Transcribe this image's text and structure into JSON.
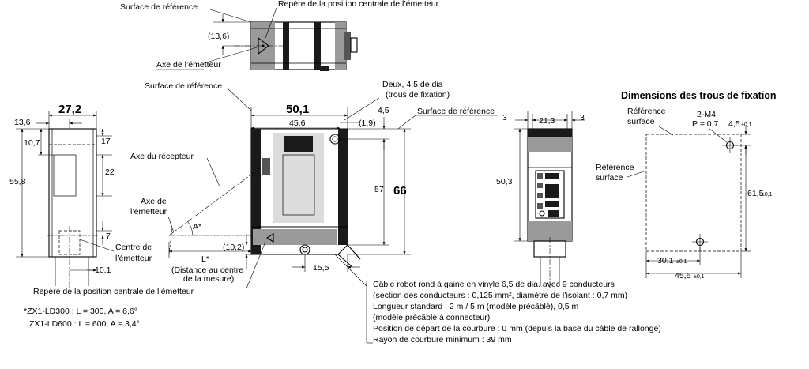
{
  "top_view": {
    "label_reference_surface": "Surface de référence",
    "label_emitter_center_mark": "Repère de la position centrale de l’émetteur",
    "label_emitter_axis": "Axe de l’émetteur",
    "dim_13_6": "(13,6)"
  },
  "left_view": {
    "dim_27_2": "27,2",
    "dim_13_6": "13,6",
    "dim_10_7": "10,7",
    "dim_17": "17",
    "dim_22": "22",
    "dim_55_8": "55,8",
    "dim_7": "7",
    "dim_10_1": "10,1",
    "label_emitter_center_1": "Centre de",
    "label_emitter_center_2": "l’émetteur"
  },
  "front_view": {
    "label_reference_surface": "Surface de référence",
    "label_receiver_axis": "Axe du récepteur",
    "label_emitter_axis_1": "Axe de",
    "label_emitter_axis_2": "l’émetteur",
    "label_a_star": "A*",
    "label_l_star": "L*",
    "label_distance_1": "(Distance au centre",
    "label_distance_2": "de la mesure)",
    "label_emitter_center_mark": "Repère de la position centrale de l’émetteur",
    "dim_50_1": "50,1",
    "dim_45_6": "45,6",
    "dim_1_9": "(1,9)",
    "dim_4_5": "4,5",
    "dim_57": "57",
    "dim_66": "66",
    "dim_10_2": "(10,2)",
    "dim_15_5": "15,5",
    "label_holes_1": "Deux, 4,5 de dia",
    "label_holes_2": "(trous de fixation)",
    "label_reference_surface_right": "Surface de référence"
  },
  "right_view": {
    "dim_3_left": "3",
    "dim_21_3": "21,3",
    "dim_3_right": "3",
    "dim_50_3": "50,3"
  },
  "mounting_holes": {
    "title": "Dimensions des trous de fixation",
    "ref_surface_top_1": "Référence",
    "ref_surface_top_2": "surface",
    "ref_surface_left_1": "Référence",
    "ref_surface_left_2": "surface",
    "label_2_m4": "2-M4",
    "label_pitch": "P = 0,7",
    "dim_4_5": "4,5",
    "dim_61_5": "61,5",
    "dim_30_1": "30,1",
    "dim_45_6": "45,6",
    "tolerance": "±0,1"
  },
  "cable_notes": [
    "Câble robot rond à gaine en vinyle 6,5 de dia. avec 9 conducteurs",
    "(section des conducteurs : 0,125 mm², diamètre de l’isolant : 0,7 mm)",
    "Longueur standard : 2 m / 5 m (modèle précâblé), 0,5 m",
    "(modèle précâblé à connecteur)",
    "Position de départ de la courbure : 0 mm (depuis la base du câble de rallonge)",
    "Rayon de courbure minimum : 39 mm"
  ],
  "footnotes": [
    "*ZX1-LD300 : L = 300, A = 6,6°",
    "ZX1-LD600 : L = 600, A = 3,4°"
  ]
}
